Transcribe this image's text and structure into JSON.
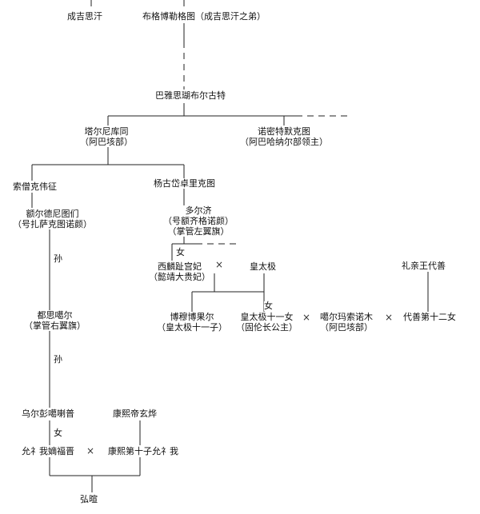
{
  "nodes": {
    "genghis": {
      "name": "成吉思汗"
    },
    "boge": {
      "name": "布格博勒格图（成吉思汗之弟）"
    },
    "bayasi": {
      "name": "巴雅思瑚布尔古特"
    },
    "taerni": {
      "name": "塔尔尼库同",
      "note": "（阿巴垓部）"
    },
    "nuomi": {
      "name": "诺密特默克图",
      "note": "（阿巴哈纳尔部领主）"
    },
    "suoseng": {
      "name": "索僧克伟征"
    },
    "yanggu": {
      "name": "杨古岱卓里克图"
    },
    "eer": {
      "name": "额尔德尼图们",
      "note": "（号扎萨克图诺颜）"
    },
    "duoerji": {
      "name": "多尔济",
      "note": "（号额齐格诺颜）",
      "note2": "（掌管左翼旗）"
    },
    "xilin": {
      "name": "西麟趾宫妃",
      "note": "（懿靖大贵妃）"
    },
    "huangtaiji": {
      "name": "皇太极"
    },
    "lishen": {
      "name": "礼亲王代善"
    },
    "dusige": {
      "name": "都思噶尔",
      "note": "（掌管右翼旗）"
    },
    "bomu": {
      "name": "博穆博果尔",
      "note": "（皇太极十一子）"
    },
    "htj11": {
      "name": "皇太极十一女",
      "note": "（固伦长公主）"
    },
    "gaer": {
      "name": "噶尔玛索诺木",
      "note": "（阿巴垓部）"
    },
    "daishan12": {
      "name": "代善第十二女"
    },
    "wuer": {
      "name": "乌尔彭噶喇普"
    },
    "kangxi": {
      "name": "康熙帝玄烨"
    },
    "yun_fujin": {
      "name": "允礻我嫡福晋"
    },
    "kx10": {
      "name": "康熙第十子允礻我"
    },
    "hongwang": {
      "name": "弘暄"
    }
  },
  "markers": {
    "daughter": "女",
    "grandson": "孙",
    "marriage": "×"
  }
}
